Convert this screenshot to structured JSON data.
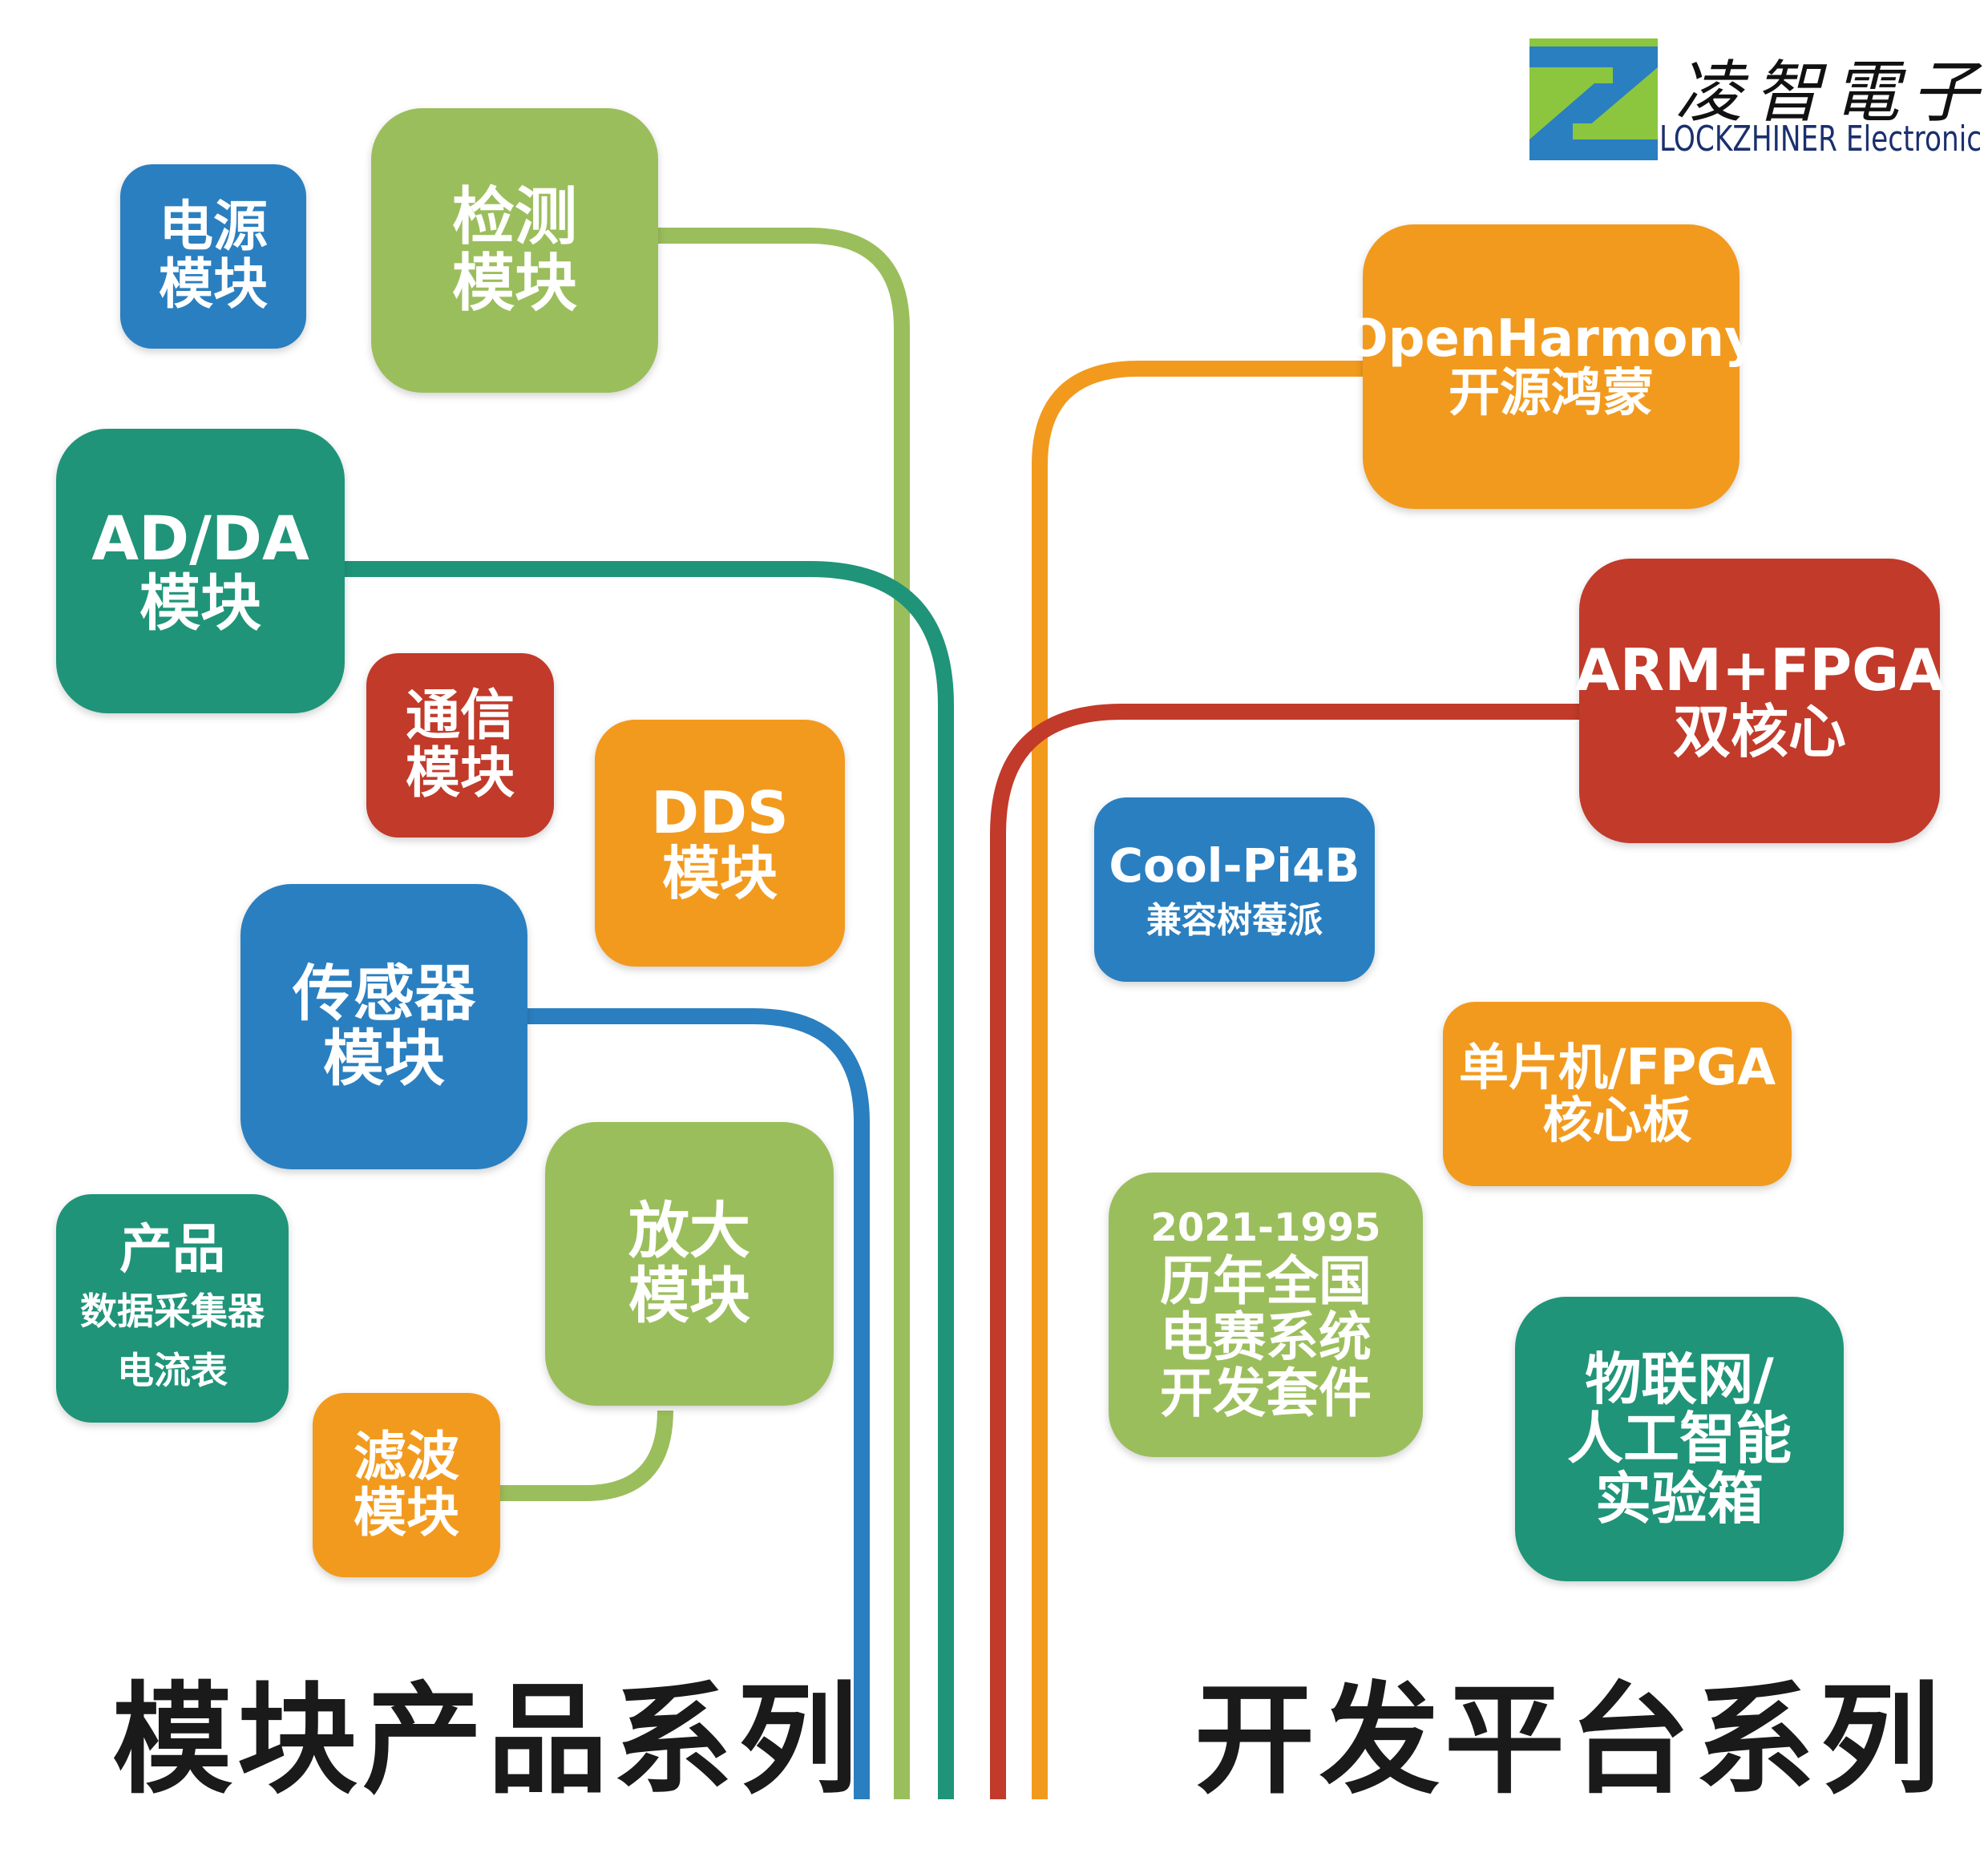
{
  "logo": {
    "name_cn": "凌智電子",
    "name_en": "LOCKZHINER Electronic"
  },
  "colors": {
    "blue": "#2a7fc0",
    "green": "#9bbe5c",
    "teal": "#1f9479",
    "red": "#c23a2a",
    "orange": "#f29a1e"
  },
  "left_series": {
    "title": "模块产品系列",
    "modules": [
      {
        "id": "power",
        "lines": [
          "电源",
          "模块"
        ]
      },
      {
        "id": "detect",
        "lines": [
          "检测",
          "模块"
        ]
      },
      {
        "id": "adda",
        "lines": [
          "AD/DA",
          "模块"
        ]
      },
      {
        "id": "comm",
        "lines": [
          "通信",
          "模块"
        ]
      },
      {
        "id": "dds",
        "lines": [
          "DDS",
          "模块"
        ]
      },
      {
        "id": "sensor",
        "lines": [
          "传感器",
          "模块"
        ]
      },
      {
        "id": "amp",
        "lines": [
          "放大",
          "模块"
        ]
      },
      {
        "id": "daq",
        "lines": [
          "产品",
          "数据采集器",
          "电流表"
        ]
      },
      {
        "id": "filter",
        "lines": [
          "滤波",
          "模块"
        ]
      }
    ]
  },
  "right_series": {
    "title": "开发平台系列",
    "platforms": [
      {
        "id": "openharmony",
        "lines": [
          "OpenHarmony",
          "开源鸿蒙"
        ]
      },
      {
        "id": "armfpga",
        "lines": [
          "ARM+FPGA",
          "双核心"
        ]
      },
      {
        "id": "coolpi",
        "lines": [
          "Cool-Pi4B",
          "兼容树莓派"
        ]
      },
      {
        "id": "mcu",
        "lines": [
          "单片机/FPGA",
          "核心板"
        ]
      },
      {
        "id": "contest",
        "lines": [
          "2021-1995",
          "历年全国",
          "电赛系统",
          "开发套件"
        ]
      },
      {
        "id": "iot",
        "lines": [
          "物联网/",
          "人工智能",
          "实验箱"
        ]
      }
    ]
  }
}
